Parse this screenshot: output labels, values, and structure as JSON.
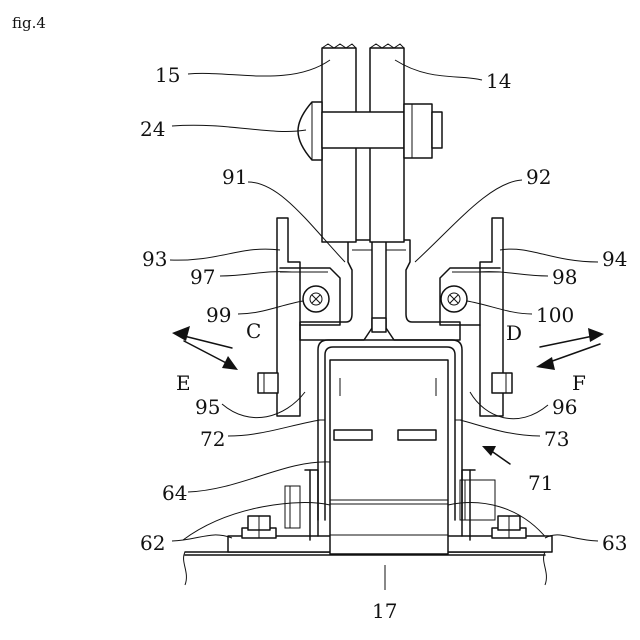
{
  "figure": {
    "caption": "fig.4",
    "labels": {
      "l15": "15",
      "l14": "14",
      "l24": "24",
      "l91": "91",
      "l92": "92",
      "l93": "93",
      "l94": "94",
      "l97": "97",
      "l98": "98",
      "l99": "99",
      "l100": "100",
      "lC": "C",
      "lD": "D",
      "lE": "E",
      "lF": "F",
      "l95": "95",
      "l96": "96",
      "l72": "72",
      "l73": "73",
      "l71": "71",
      "l64": "64",
      "l62": "62",
      "l63": "63",
      "l17": "17"
    }
  }
}
